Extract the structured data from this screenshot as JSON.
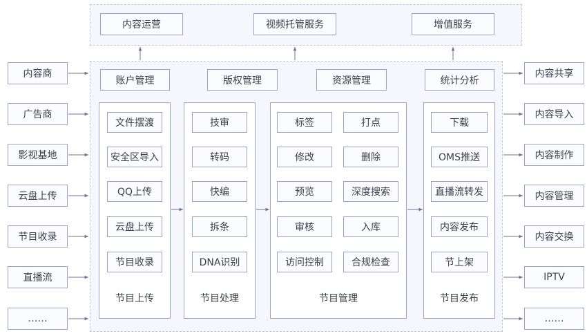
{
  "top_services": [
    "内容运营",
    "视频托管服务",
    "增值服务"
  ],
  "left_sources": [
    "内容商",
    "广告商",
    "影视基地",
    "云盘上传",
    "节目收录",
    "直播流",
    "……"
  ],
  "right_outputs": [
    "内容共享",
    "内容导入",
    "内容制作",
    "内容管理",
    "内容交换",
    "IPTV",
    "……"
  ],
  "management_headers": [
    "账户管理",
    "版权管理",
    "资源管理",
    "统计分析"
  ],
  "upload": {
    "title": "节目上传",
    "items": [
      "文件摆渡",
      "安全区导入",
      "QQ上传",
      "云盘上传",
      "节目收录"
    ]
  },
  "processing": {
    "title": "节目处理",
    "items": [
      "技审",
      "转码",
      "快编",
      "拆条",
      "DNA识别"
    ]
  },
  "program_management": {
    "title": "节目管理",
    "left_items": [
      "标签",
      "修改",
      "预览",
      "审核",
      "访问控制"
    ],
    "right_items": [
      "打点",
      "删除",
      "深度搜索",
      "入库",
      "合规检查"
    ]
  },
  "publish": {
    "title": "节目发布",
    "items": [
      "下载",
      "OMS推送",
      "直播流转发",
      "内容发布",
      "节上架"
    ]
  },
  "colors": {
    "border": "#9aa3c6",
    "dashed_border": "#c3c9dd",
    "container_bg": "#f6f7fc",
    "arrow": "#6b7396"
  }
}
